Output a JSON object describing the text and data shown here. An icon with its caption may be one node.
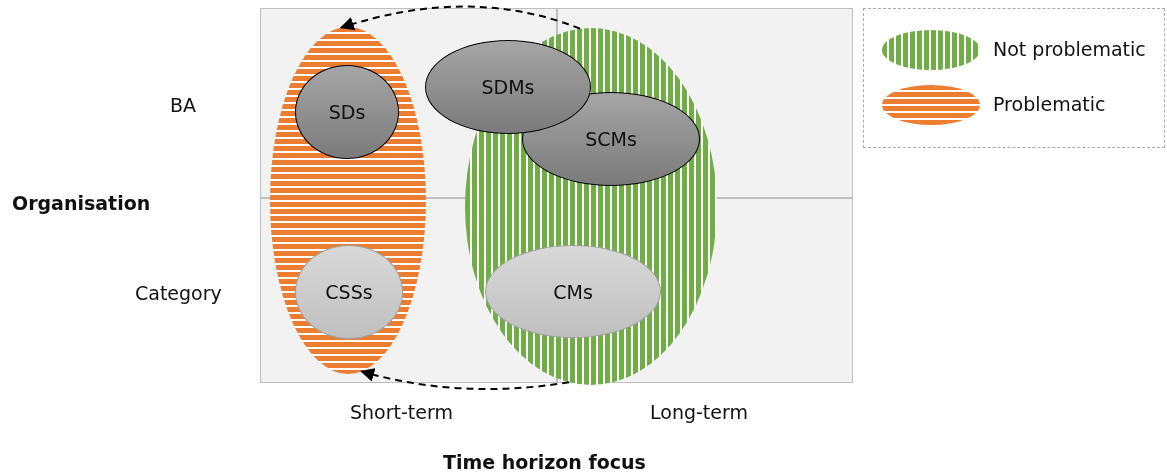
{
  "diagram": {
    "nodes": [
      {
        "text": [],
        "shape": "ellipse"
      },
      {
        "text": [
          "SDs"
        ],
        "in": 0
      },
      {
        "text": [
          "CSSs"
        ],
        "in": 0
      },
      {
        "text": [],
        "shape": "ellipse"
      },
      {
        "text": [
          "SDMs"
        ]
      },
      {
        "text": [
          "SCMs"
        ],
        "in": 3
      },
      {
        "text": [
          "CMs"
        ],
        "in": 3
      }
    ],
    "edges": [
      {
        "from": 3,
        "to": 0,
        "arrow": "to",
        "style": "dashed"
      },
      {
        "from": 3,
        "to": 0,
        "arrow": "to",
        "style": "dashed"
      }
    ],
    "labels": [
      "BA",
      "Organisation",
      "Category",
      "Short-term",
      "Long-term",
      "Time horizon focus"
    ],
    "legend": [
      {
        "text": "Not problematic",
        "color": "#70ad47"
      },
      {
        "text": "Problematic",
        "color": "#ed7d31"
      }
    ]
  }
}
